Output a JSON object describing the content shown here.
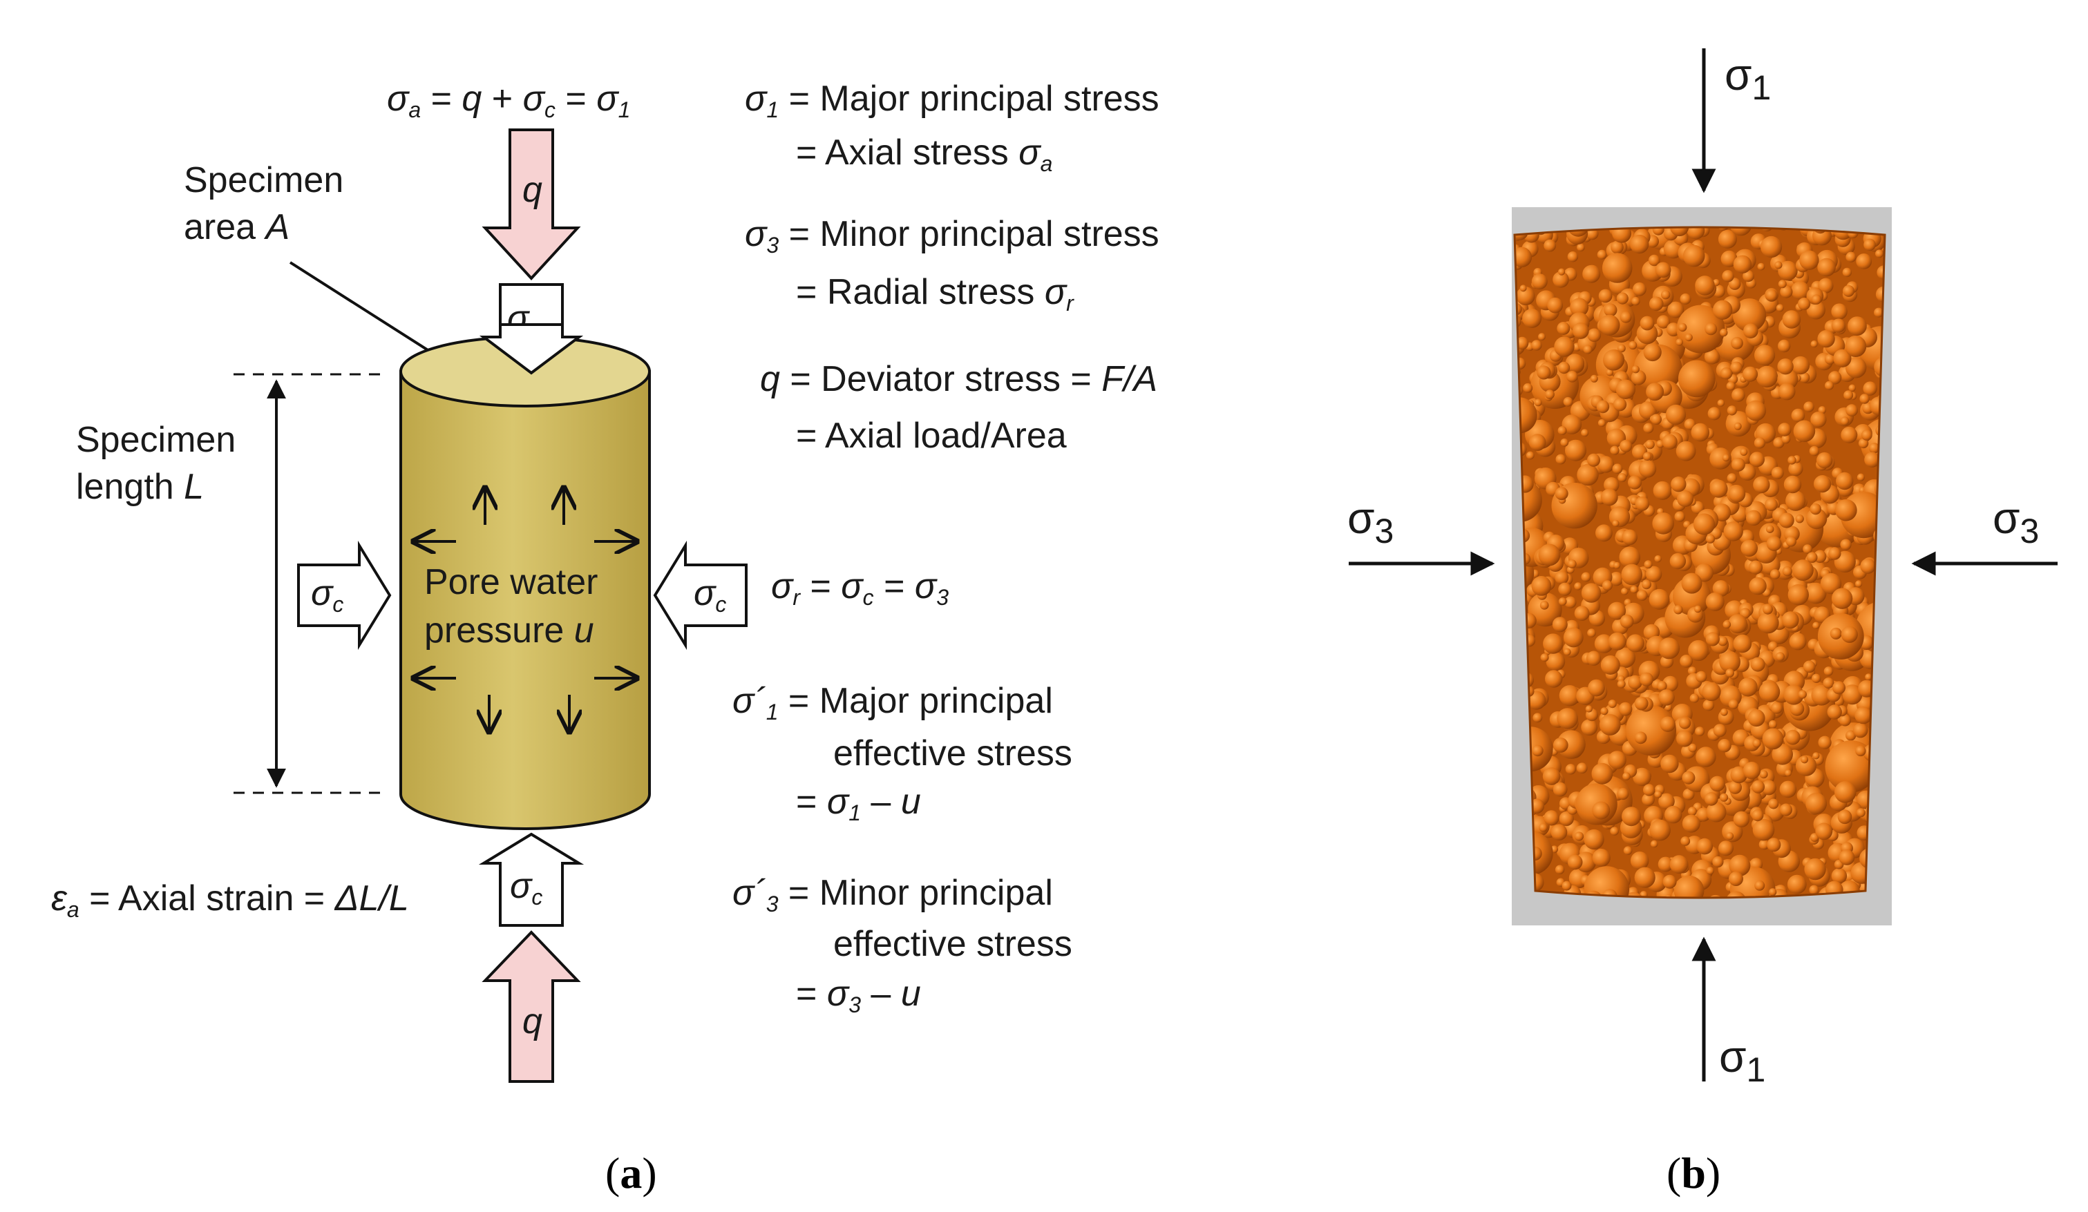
{
  "panel_a": {
    "caption_open": "(",
    "caption_letter": "a",
    "caption_close": ")",
    "top_formula": {
      "s": "σ",
      "a": "a",
      "eq1": " = ",
      "q": "q",
      "plus": " + ",
      "c": "c",
      "eq2": " = ",
      "one": "1"
    },
    "specimen_area": {
      "line1": "Specimen",
      "line2": "area ",
      "var": "A"
    },
    "specimen_length": {
      "line1": "Specimen",
      "line2": "length ",
      "var": "L"
    },
    "pore_pressure": {
      "line1": "Pore  water",
      "line2": "pressure ",
      "var": "u"
    },
    "deviator_symbol": "q",
    "confining_symbol": "σ",
    "confining_sub": "c",
    "axial_strain": {
      "eps": "ε",
      "a": "a",
      "text": " = Axial strain = ",
      "expr": "ΔL/L"
    },
    "definitions": {
      "d1": {
        "sym": "σ",
        "sub": "1",
        "line1": " = Major principal stress",
        "line2": "= Axial stress ",
        "sym2": "σ",
        "sub2": "a"
      },
      "d3": {
        "sym": "σ",
        "sub": "3",
        "line1": " = Minor principal stress",
        "line2": "= Radial stress ",
        "sym2": "σ",
        "sub2": "r"
      },
      "dq": {
        "sym": "q",
        "line1": " = Deviator stress = ",
        "expr": "F/A",
        "line2": "= Axial load/Area"
      },
      "dr": {
        "s": "σ",
        "r": "r",
        "eq1": " = ",
        "c": "c",
        "eq2": " = ",
        "three": "3"
      },
      "e1": {
        "sym": "σ´",
        "sub": "1",
        "line1": " = Major principal",
        "line2": "effective stress",
        "line3_pre": "= ",
        "s": "σ",
        "sub3": "1",
        "line3_post": " – ",
        "u": "u"
      },
      "e3": {
        "sym": "σ´",
        "sub": "3",
        "line1": " = Minor principal",
        "line2": "effective stress",
        "line3_pre": "= ",
        "s": "σ",
        "sub3": "3",
        "line3_post": " – ",
        "u": "u"
      }
    }
  },
  "panel_b": {
    "caption_open": "(",
    "caption_letter": "b",
    "caption_close": ")",
    "sigma": "σ",
    "sub_1": "1",
    "sub_3": "3",
    "specimen_color": "#c95f0a",
    "background_color": "#c8c8c8"
  },
  "colors": {
    "cylinder": "#d6c46a",
    "cylinder_top": "#e3d690",
    "q_arrow_fill": "#f7d2d2",
    "outline": "#111111"
  }
}
